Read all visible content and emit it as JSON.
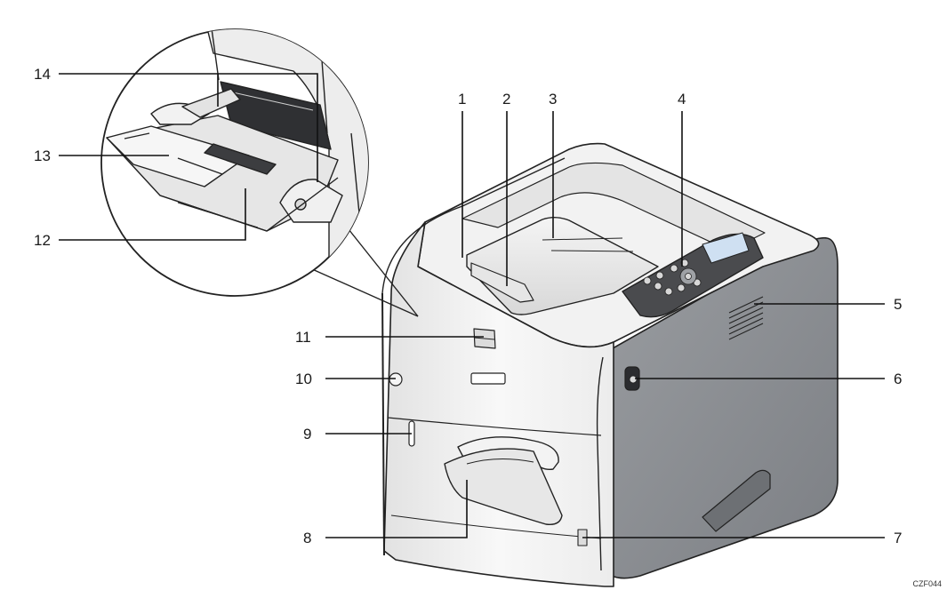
{
  "callouts": [
    {
      "id": "1",
      "label": "1"
    },
    {
      "id": "2",
      "label": "2"
    },
    {
      "id": "3",
      "label": "3"
    },
    {
      "id": "4",
      "label": "4"
    },
    {
      "id": "5",
      "label": "5"
    },
    {
      "id": "6",
      "label": "6"
    },
    {
      "id": "7",
      "label": "7"
    },
    {
      "id": "8",
      "label": "8"
    },
    {
      "id": "9",
      "label": "9"
    },
    {
      "id": "10",
      "label": "10"
    },
    {
      "id": "11",
      "label": "11"
    },
    {
      "id": "12",
      "label": "12"
    },
    {
      "id": "13",
      "label": "13"
    },
    {
      "id": "14",
      "label": "14"
    }
  ],
  "figure_code": "CZF044",
  "colors": {
    "body_light": "#eeeeee",
    "body_white": "#fbfbfb",
    "side_panel": "#888b8f",
    "panel_dark": "#4a4b4e",
    "lcd": "#cfe0f2",
    "outline": "#222222"
  }
}
